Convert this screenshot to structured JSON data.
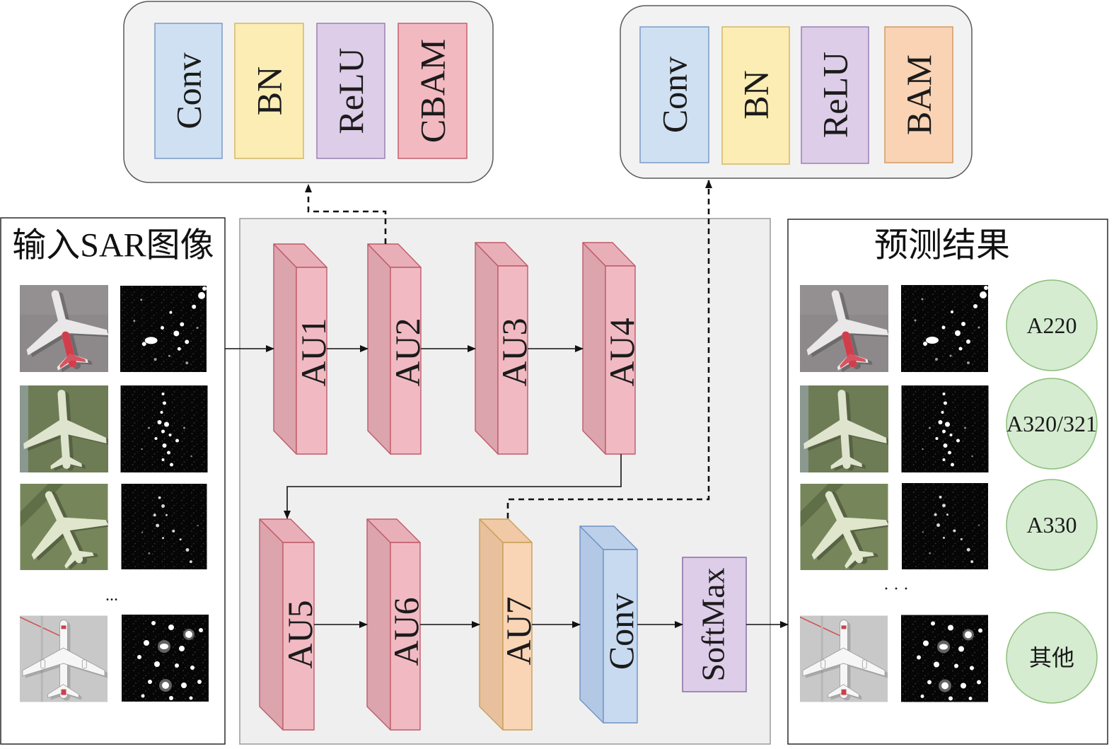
{
  "top_left_block": {
    "layers": [
      {
        "label": "Conv",
        "color": "#cfe0f2"
      },
      {
        "label": "BN",
        "color": "#fbedb4"
      },
      {
        "label": "ReLU",
        "color": "#ddcde8"
      },
      {
        "label": "CBAM",
        "color": "#f2b9c1"
      }
    ]
  },
  "top_right_block": {
    "layers": [
      {
        "label": "Conv",
        "color": "#cfe0f2"
      },
      {
        "label": "BN",
        "color": "#fbedb4"
      },
      {
        "label": "ReLU",
        "color": "#ddcde8"
      },
      {
        "label": "BAM",
        "color": "#f9d3b4"
      }
    ]
  },
  "input_panel": {
    "title": "输入SAR图像",
    "ellipsis": "...",
    "image_icons": [
      "optical-aircraft-image",
      "sar-aircraft-image"
    ]
  },
  "network": {
    "units": [
      "AU1",
      "AU2",
      "AU3",
      "AU4",
      "AU5",
      "AU6",
      "AU7"
    ],
    "conv_label": "Conv",
    "softmax_label": "SoftMax"
  },
  "output_panel": {
    "title": "预测结果",
    "ellipsis": "· · ·",
    "classes": [
      "A220",
      "A320/321",
      "A330",
      "其他"
    ],
    "image_icons": [
      "optical-aircraft-image",
      "sar-aircraft-image"
    ]
  },
  "colors": {
    "block_background": "#f2f2f2",
    "network_background": "#efefef",
    "au_front": "#f1bac3",
    "au_side": "#dca4ad",
    "au_top": "#e8afb8",
    "au7_front": "#f9d5b6",
    "au7_side": "#e8c09d",
    "au7_top": "#f1c9a7",
    "conv_front": "#c8daf0",
    "conv_side": "#b3c8e5",
    "conv_top": "#bdd0ea",
    "softmax": "#ddcde8",
    "class_circle": "#d5ecd1"
  }
}
